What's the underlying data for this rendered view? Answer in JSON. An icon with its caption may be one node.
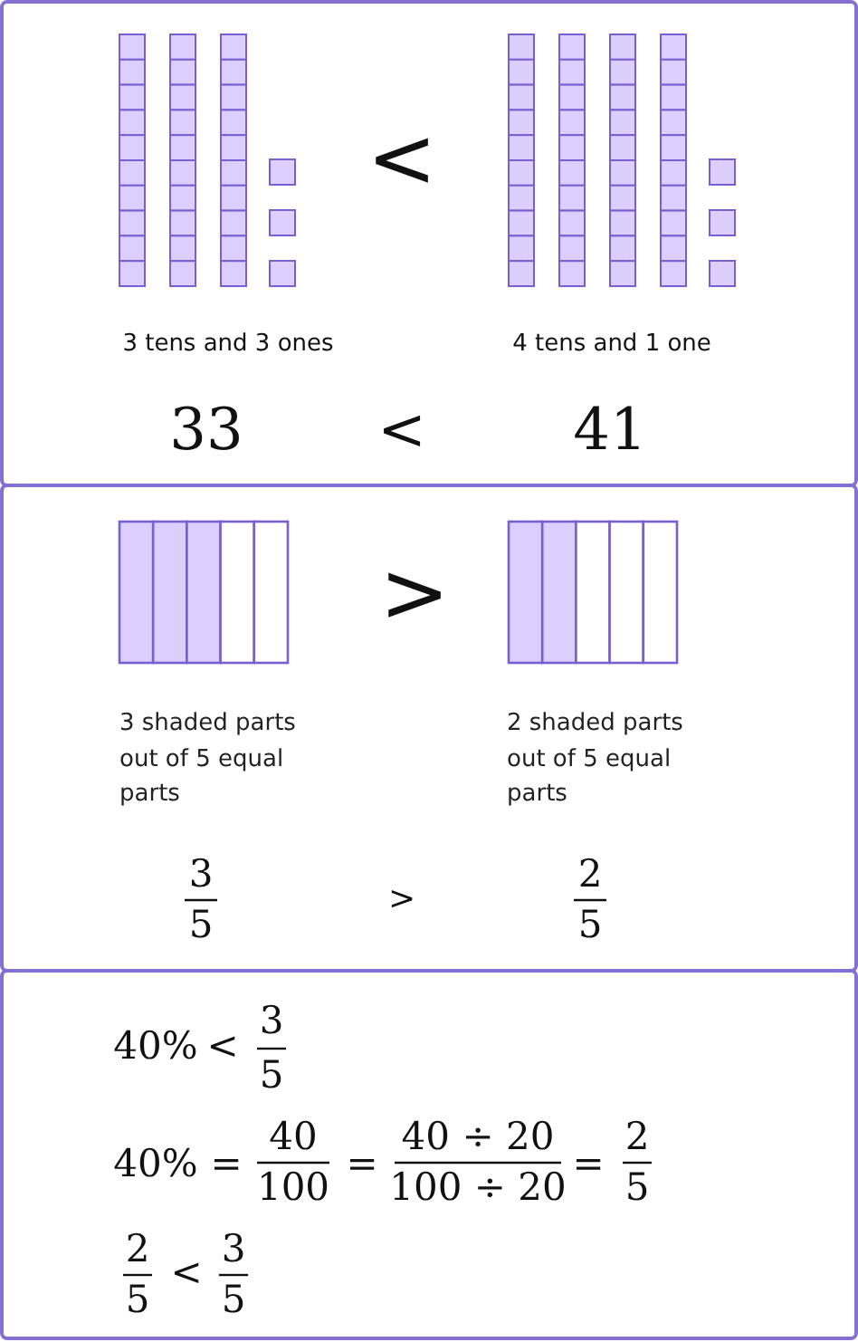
{
  "diagram": {
    "labels": [
      "<",
      "3 tens and 3 ones",
      "4 tens and 1 one",
      "33",
      "<",
      "41",
      ">",
      "3 shaded parts out of 5 equal parts",
      "2 shaded parts out of 5 equal parts",
      "3",
      "5",
      ">",
      "2",
      "5",
      "40%",
      "<",
      "3",
      "5",
      "40%",
      "=",
      "40",
      "100",
      "=",
      "40 ÷ 20",
      "100 ÷ 20",
      "=",
      "2",
      "5",
      "2",
      "5",
      "<",
      "3",
      "5"
    ]
  }
}
